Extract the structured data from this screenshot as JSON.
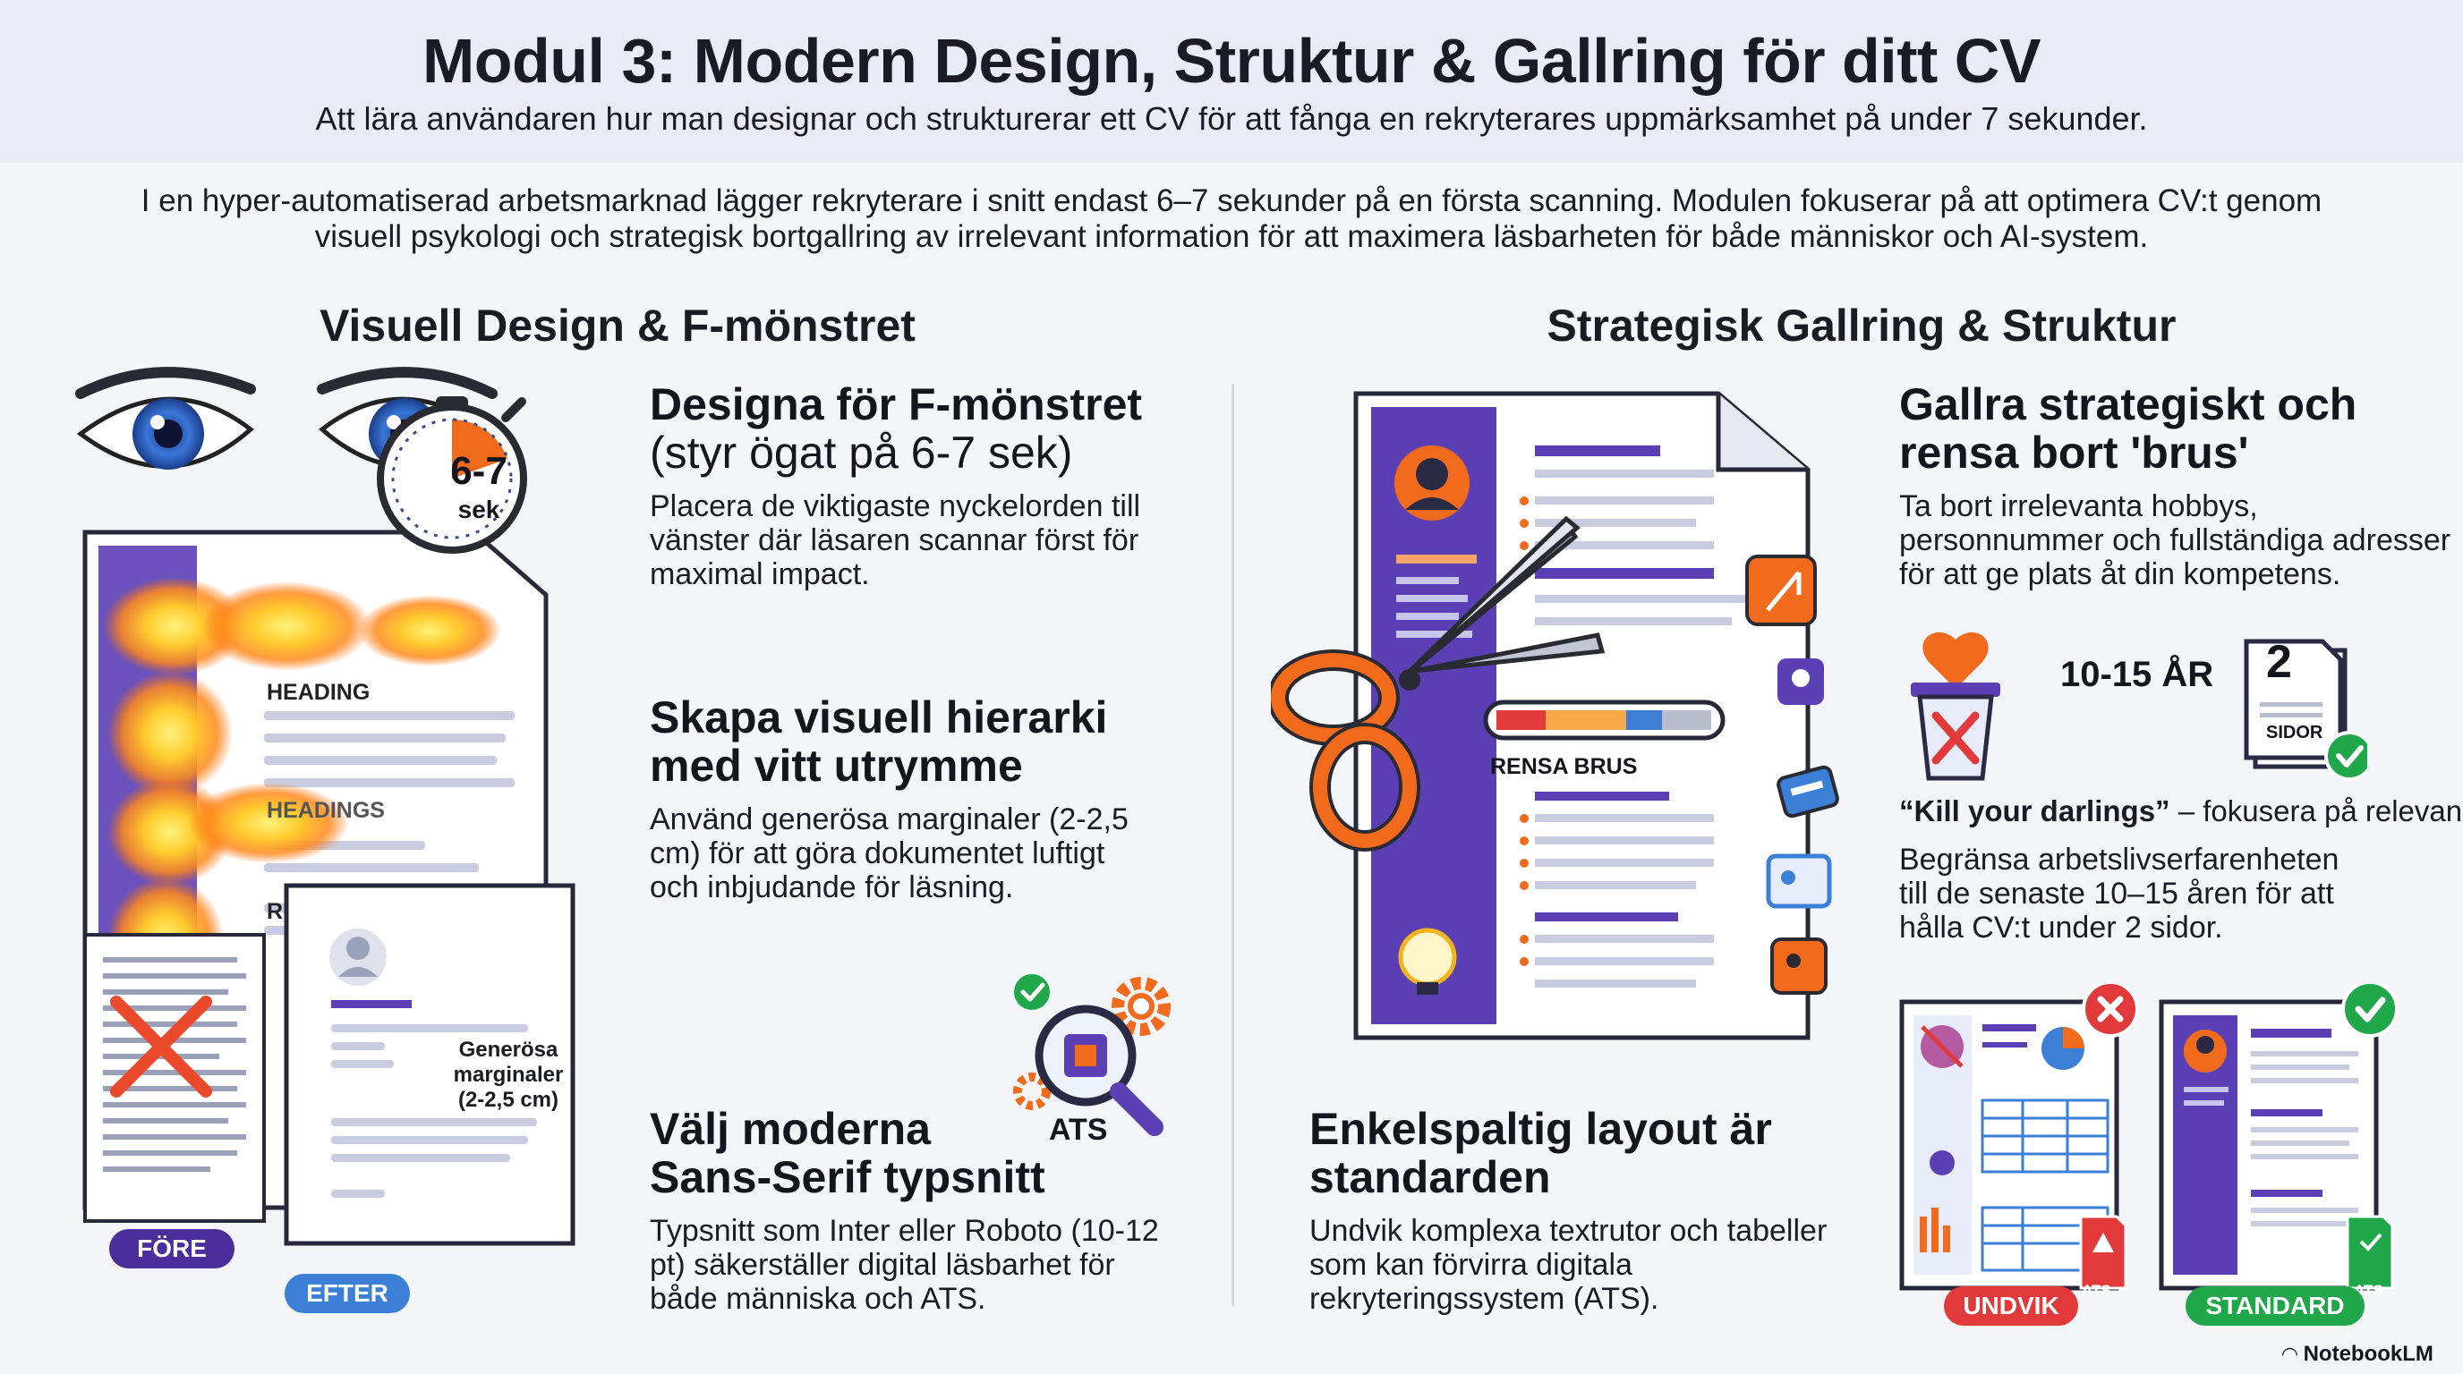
{
  "header": {
    "title": "Modul 3: Modern Design, Struktur & Gallring för ditt CV",
    "subtitle": "Att lära användaren hur man designar och strukturerar ett CV för att fånga en rekryterares uppmärksamhet på under 7 sekunder."
  },
  "intro": {
    "line1": "I en hyper-automatiserad arbetsmarknad lägger rekryterare i snitt endast 6–7 sekunder på en första scanning. Modulen fokuserar på att optimera CV:t genom",
    "line2": "visuell psykologi och strategisk bortgallring av irrelevant information för att maximera läsbarheten för både människor och AI-system."
  },
  "left_section": {
    "title": "Visuell Design & F-mönstret",
    "timer": {
      "value": "6-7",
      "unit": "sek"
    },
    "heatmap_cv": {
      "heading1": "HEADING",
      "heading2": "HEADINGS",
      "letter": "R"
    },
    "after_cv": {
      "text": "Generösa\nmarginaler\n(2-2,5 cm)"
    },
    "badges": {
      "before": "FÖRE",
      "after": "EFTER"
    },
    "ats_label": "ATS",
    "points": [
      {
        "title_bold": "Designa för F-mönstret",
        "title_light": "(styr ögat på 6-7 sek)",
        "body": "Placera de viktigaste nyckelorden till\nvänster där läsaren scannar först för\nmaximal impact."
      },
      {
        "title_bold": "Skapa visuell hierarki\nmed vitt utrymme",
        "body": "Använd generösa marginaler (2-2,5\ncm) för att göra dokumentet luftigt\noch inbjudande för läsning."
      },
      {
        "title_bold": "Välj moderna\nSans-Serif typsnitt",
        "body": "Typsnitt som Inter eller Roboto (10-12\npt) säkerställer digital läsbarhet för\nbåde människa och ATS."
      }
    ]
  },
  "right_section": {
    "title": "Strategisk Gallring & Struktur",
    "scissors_label": "RENSA BRUS",
    "years_label": "10-15 ÅR",
    "pages": {
      "number": "2",
      "label": "SIDOR"
    },
    "points": [
      {
        "title_bold": "Gallra strategiskt och\nrensa bort 'brus'",
        "body": "Ta bort irrelevanta hobbys,\npersonnummer och fullständiga adresser\nför att ge plats åt din kompetens."
      },
      {
        "quote_bold": "“Kill your darlings”",
        "quote_rest": " – fokusera på relevans",
        "body": "Begränsa arbetslivserfarenheten\ntill de senaste 10–15 åren för att\nhålla CV:t under 2 sidor."
      },
      {
        "title_bold": "Enkelspaltig layout är\nstandarden",
        "body": "Undvik komplexa textrutor och tabeller\nsom kan förvirra digitala\nrekryteringssystem (ATS)."
      }
    ],
    "compare": {
      "avoid": "UNDVIK",
      "standard": "STANDARD",
      "ats": "ATS"
    }
  },
  "footer": {
    "brand": "NotebookLM"
  },
  "colors": {
    "purple": "#5b3fb5",
    "orange": "#f26a1b",
    "red": "#e23a3a",
    "green": "#1fa74a",
    "blue": "#3c7fd6"
  }
}
